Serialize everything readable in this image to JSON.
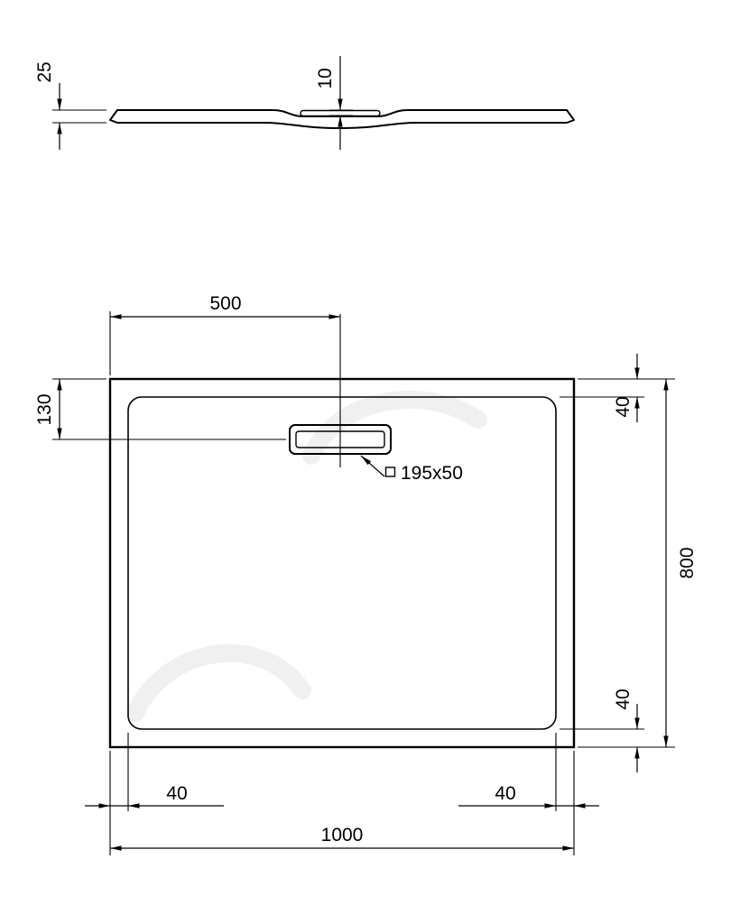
{
  "side_view": {
    "thickness": "25",
    "recess_depth": "10"
  },
  "plan_view": {
    "drain_offset_from_left": "500",
    "drain_offset_from_top": "130",
    "border_top": "40",
    "height": "800",
    "border_bottom": "40",
    "border_left": "40",
    "border_right": "40",
    "width": "1000",
    "drain_cover": "195x50"
  },
  "colors": {
    "line": "#000000",
    "background": "#ffffff",
    "watermark": "#f0f0f0"
  }
}
